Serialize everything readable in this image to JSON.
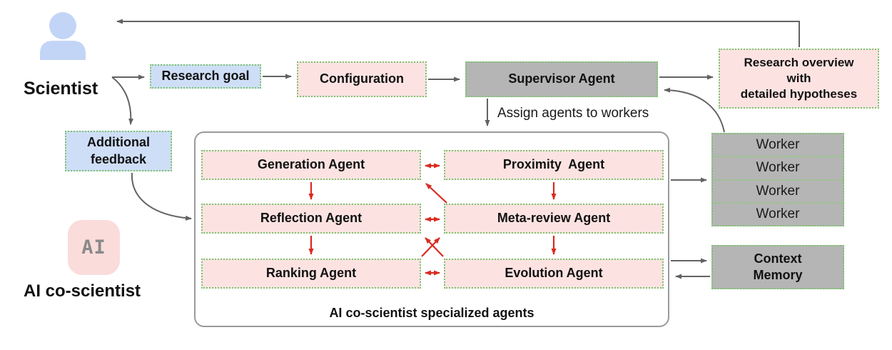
{
  "palette": {
    "blue_box": "#cfdef7",
    "pink_box": "#fce3e2",
    "gray_box": "#b5b5b5",
    "green_dotted_border": "#7cc46d",
    "red_arrow": "#da2a20",
    "gray_arrow": "#636363",
    "person_icon_blue": "#c3d5f7",
    "ai_icon_pink": "#fadcdb"
  },
  "actors": {
    "scientist": "Scientist",
    "ai_co_scientist": "AI co-scientist",
    "ai_icon_text": "AI"
  },
  "flow": {
    "research_goal": "Research goal",
    "configuration": "Configuration",
    "supervisor_agent": "Supervisor Agent",
    "research_overview": "Research overview\nwith\ndetailed hypotheses",
    "additional_feedback": "Additional\nfeedback",
    "assign_caption": "Assign agents to workers"
  },
  "agents_box": {
    "caption": "AI co-scientist specialized agents",
    "left_column": [
      "Generation Agent",
      "Reflection Agent",
      "Ranking Agent"
    ],
    "right_column": [
      "Proximity  Agent",
      "Meta-review Agent",
      "Evolution Agent"
    ]
  },
  "workers": {
    "rows": [
      "Worker",
      "Worker",
      "Worker",
      "Worker"
    ]
  },
  "memory": {
    "context_memory": "Context\nMemory"
  },
  "icons": {
    "person": "person-silhouette",
    "ai_badge": "ai-square-badge"
  }
}
